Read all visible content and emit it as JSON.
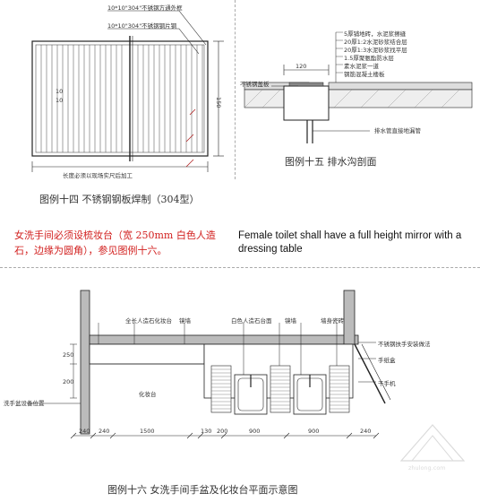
{
  "fig14": {
    "caption": "图例十四   不锈钢钢板焊制（304型）",
    "label_top": "10*10\"304\"不锈钢方通外框",
    "label_inner": "10*10\"304\"不锈钢钢片钢",
    "dim_right": "150",
    "dim_inner_a": "10",
    "dim_inner_b": "10",
    "bottom_note": "长度必须以现场实尺后加工"
  },
  "fig15": {
    "caption": "图例十五   排水沟剖面",
    "dim_width": "120",
    "label_grate": "不锈钢盖板",
    "label_pipe": "排水管直接地漏管",
    "layers": [
      "5厚铺地砖，水泥浆擦缝",
      "20厚1:2水泥砂浆结合层",
      "20厚1:3水泥砂浆找平层",
      "1.5厚聚氨酯防水层",
      "素水泥浆一道",
      "钢筋混凝土楼板"
    ]
  },
  "notes": {
    "cn": "女洗手间必须设梳妆台（宽 250mm 白色人造石，边缘为圆角），参见图例十六。",
    "en": "Female toilet shall have a full height mirror with a dressing table"
  },
  "fig16": {
    "caption": "图例十六   女洗手间手盆及化妆台平面示意图",
    "dims_bottom": [
      "240",
      "240",
      "1500",
      "130",
      "200",
      "900",
      "900",
      "240"
    ],
    "dim_side_a": "250",
    "dim_side_b": "200",
    "labels": {
      "mirror": "全长人造石化妆台",
      "glass": "镜墙",
      "counter": "化妆台",
      "wash_a": "白色人造石台面",
      "wash_b": "镜墙",
      "tile": "墙身瓷砖",
      "right_a": "不锈钢扶手安装做法",
      "right_b": "手纸盒",
      "right_c": "干手机",
      "left": "洗手盆设备位置"
    }
  },
  "watermark": "zhulong.com"
}
